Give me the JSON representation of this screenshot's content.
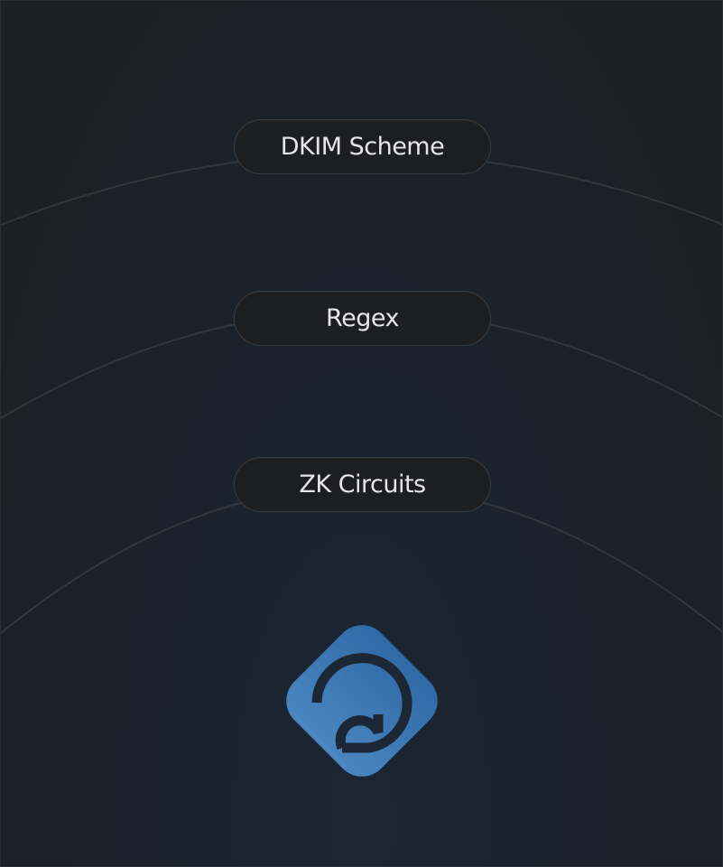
{
  "layers": [
    {
      "label": "DKIM Scheme"
    },
    {
      "label": "Regex"
    },
    {
      "label": "ZK Circuits"
    }
  ],
  "logo": {
    "icon": "at-sign-diamond-logo",
    "color": "#3b77b3"
  }
}
